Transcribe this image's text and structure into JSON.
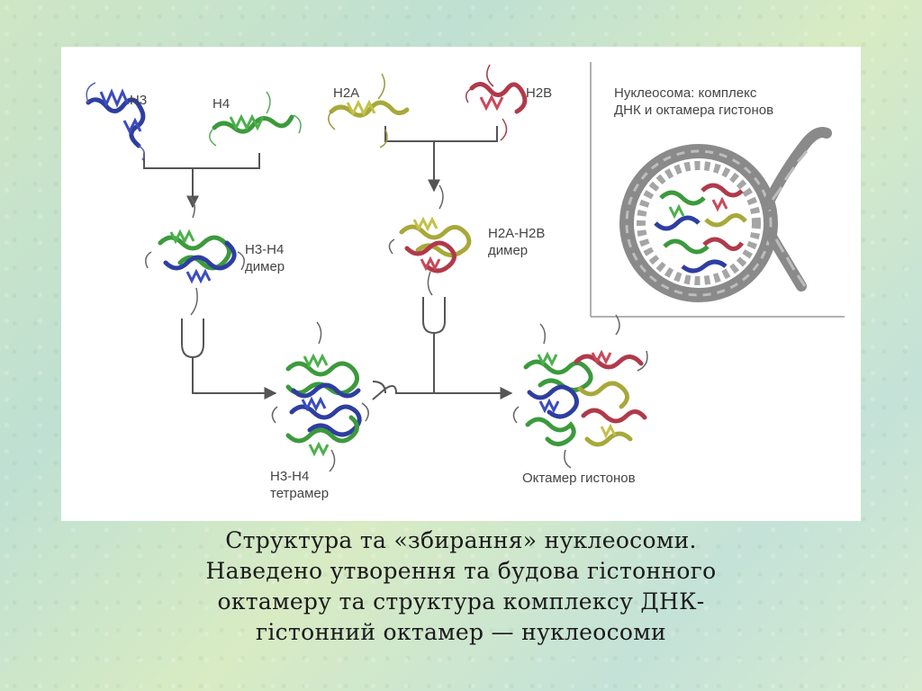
{
  "diagram": {
    "labels": {
      "h3": "H3",
      "h4": "H4",
      "h2a": "H2A",
      "h2b": "H2B",
      "h3h4_dimer_line1": "H3-H4",
      "h3h4_dimer_line2": "димер",
      "h2ah2b_dimer_line1": "H2A-H2B",
      "h2ah2b_dimer_line2": "димер",
      "tetramer_line1": "H3-H4",
      "tetramer_line2": "тетрамер",
      "octamer": "Октамер гистонов",
      "nucleosome_line1": "Нуклеосома: комплекс",
      "nucleosome_line2": "ДНК и октамера гистонов"
    },
    "colors": {
      "h3": "#2e3ea0",
      "h4": "#3c9a3c",
      "h2a": "#a8a83a",
      "h2b": "#b03a4a",
      "dna": "#8a8a8a",
      "arrow": "#555555"
    }
  },
  "caption": {
    "line1": "Структура та «збирання» нуклеосоми.",
    "line2": "Наведено утворення та будова гістонного",
    "line3": "октамеру та структура комплексу ДНК-",
    "line4": "гістонний октамер — нуклеосоми"
  }
}
